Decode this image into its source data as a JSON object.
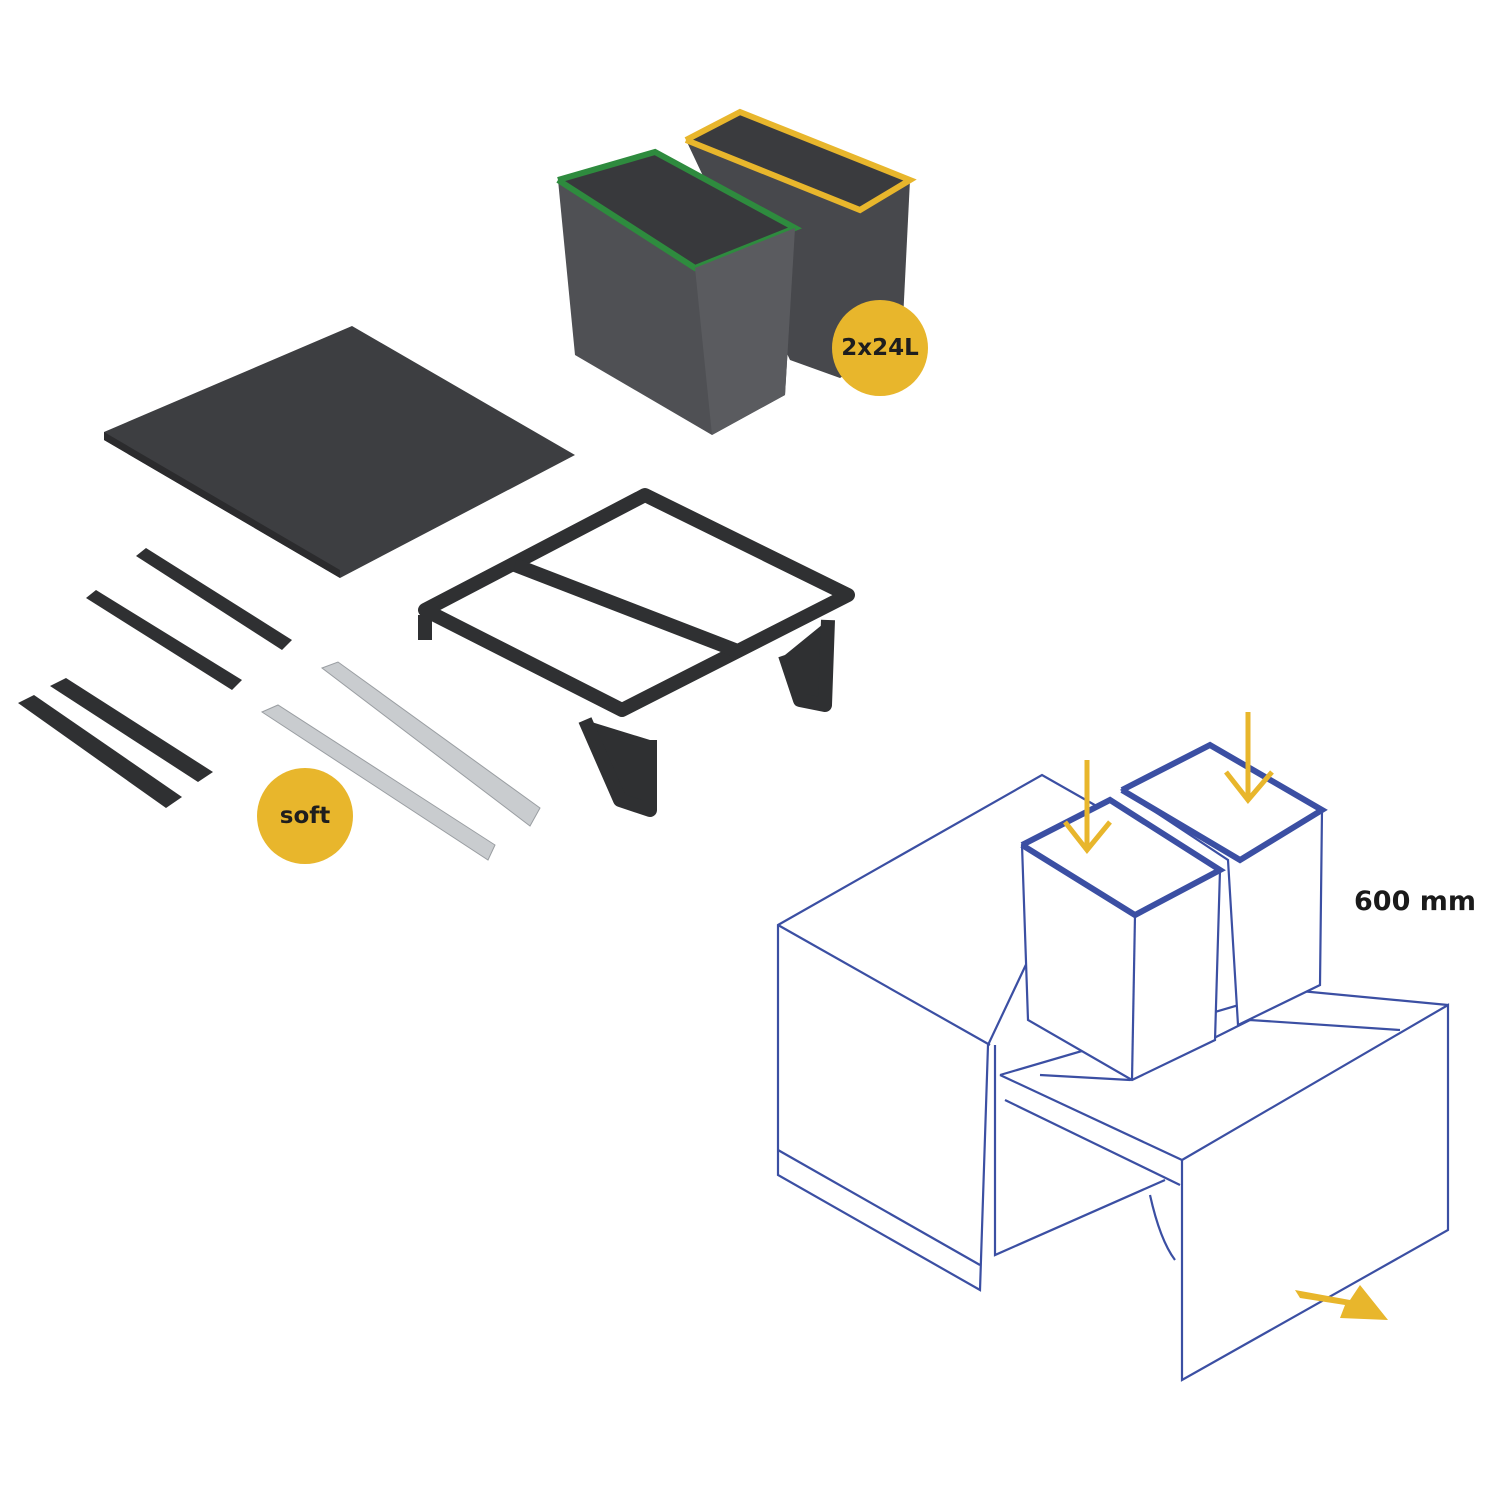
{
  "badges": {
    "capacity": "2x24L",
    "soft_close": "soft"
  },
  "dimension_label": "600 mm",
  "colors": {
    "accent_yellow": "#E8B62C",
    "bin_gray": "#4B4C50",
    "drawing_blue": "#3B4FA3",
    "bin_rim_green": "#2E8B3E"
  }
}
